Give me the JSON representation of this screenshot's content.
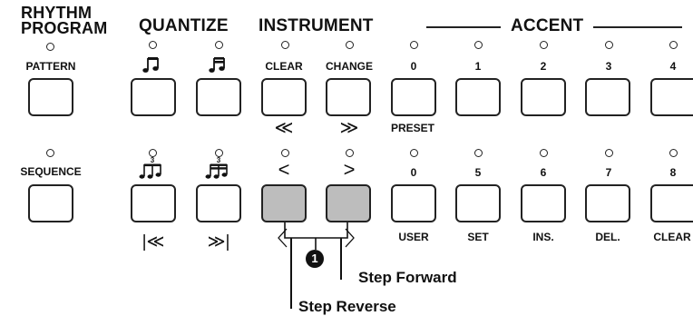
{
  "sections": {
    "rhythm_program_line1": "RHYTHM",
    "rhythm_program_line2": "PROGRAM",
    "quantize": "QUANTIZE",
    "instrument": "INSTRUMENT",
    "accent": "ACCENT"
  },
  "top_row": {
    "pattern": "PATTERN",
    "clear": "CLEAR",
    "change": "CHANGE",
    "accent_nums": [
      "0",
      "1",
      "2",
      "3",
      "4"
    ],
    "preset": "PRESET",
    "below_clear": "≪",
    "below_change": "≫"
  },
  "bottom_row": {
    "sequence": "SEQUENCE",
    "step_rev_symbol": "<",
    "step_fwd_symbol": ">",
    "nums": [
      "0",
      "5",
      "6",
      "7",
      "8"
    ],
    "below_labels": [
      "USER",
      "SET",
      "INS.",
      "DEL.",
      "CLEAR"
    ],
    "below_quantize_1": "|≪",
    "below_quantize_2": "≫|"
  },
  "callouts": {
    "badge": "1",
    "step_forward": "Step Forward",
    "step_reverse": "Step Reverse"
  },
  "colors": {
    "active_button": "#bdbdbd",
    "ink": "#111111"
  }
}
